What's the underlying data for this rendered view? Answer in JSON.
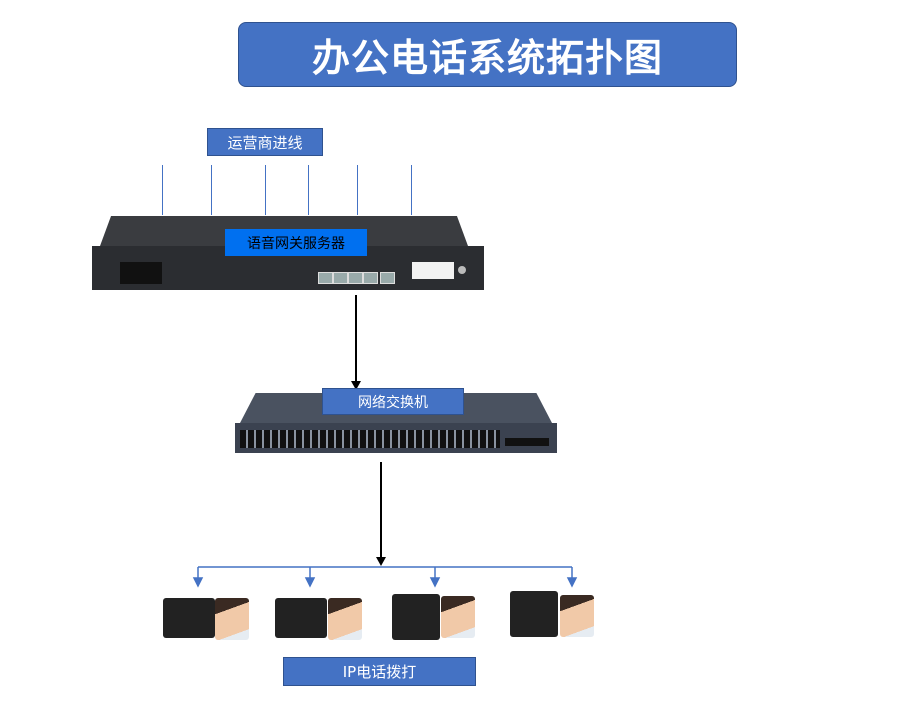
{
  "title": "办公电话系统拓扑图",
  "labels": {
    "carrier": "运营商进线",
    "gateway": "语音网关服务器",
    "switch": "网络交换机",
    "phones": "IP电话拨打"
  },
  "colors": {
    "label_fill": "#4472C4",
    "gateway_label": "#0070F0",
    "line": "#4472C4"
  }
}
